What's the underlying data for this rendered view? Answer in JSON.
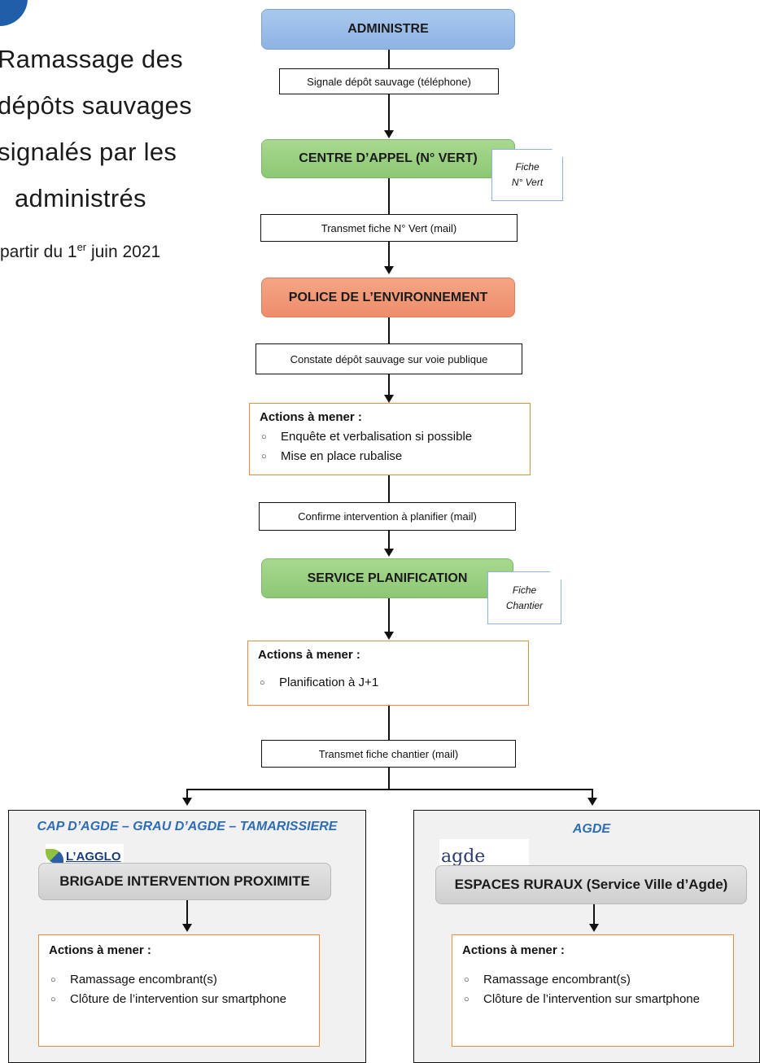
{
  "header": {
    "title_lines": [
      "Ramassage des",
      "dépôts sauvages",
      "signalés par les",
      "administrés"
    ],
    "date_prefix": "partir du 1",
    "date_sup": "er",
    "date_suffix": " juin 2021"
  },
  "flow": {
    "administre": "ADMINISTRE",
    "step1": "Signale dépôt sauvage (téléphone)",
    "centre": "CENTRE D’APPEL (N° VERT)",
    "doc1": [
      "Fiche",
      "N° Vert"
    ],
    "step2": "Transmet fiche N° Vert (mail)",
    "police": "POLICE DE L’ENVIRONNEMENT",
    "step3": "Constate dépôt sauvage sur voie publique",
    "actions1": {
      "title": "Actions à mener :",
      "items": [
        "Enquête et verbalisation si possible",
        "Mise en place rubalise"
      ]
    },
    "step4": "Confirme intervention à planifier (mail)",
    "planif": "SERVICE PLANIFICATION",
    "doc2": [
      "Fiche",
      "Chantier"
    ],
    "actions2": {
      "title": "Actions à mener :",
      "items": [
        "Planification à J+1"
      ]
    },
    "step5": "Transmet fiche chantier (mail)"
  },
  "left_panel": {
    "heading": "CAP D’AGDE – GRAU D’AGDE – TAMARISSIERE",
    "logo_text": "L’AGGLO",
    "node": "BRIGADE INTERVENTION PROXIMITE",
    "actions": {
      "title": "Actions à mener :",
      "items": [
        "Ramassage encombrant(s)",
        "Clôture de l’intervention sur smartphone"
      ]
    }
  },
  "right_panel": {
    "heading": "AGDE",
    "logo_text": "agde",
    "node": "ESPACES RURAUX (Service Ville d’Agde)",
    "actions": {
      "title": "Actions à mener :",
      "items": [
        "Ramassage encombrant(s)",
        "Clôture de l’intervention sur smartphone"
      ]
    }
  },
  "colors": {
    "blue_node": "#8db4e3",
    "green_node": "#8cc874",
    "red_node": "#ee8d6a",
    "grey_node": "#cfcfcf",
    "action_border": "#f08a3c",
    "panel_heading": "#2d6db5"
  },
  "icons": {
    "bullet": "○"
  }
}
